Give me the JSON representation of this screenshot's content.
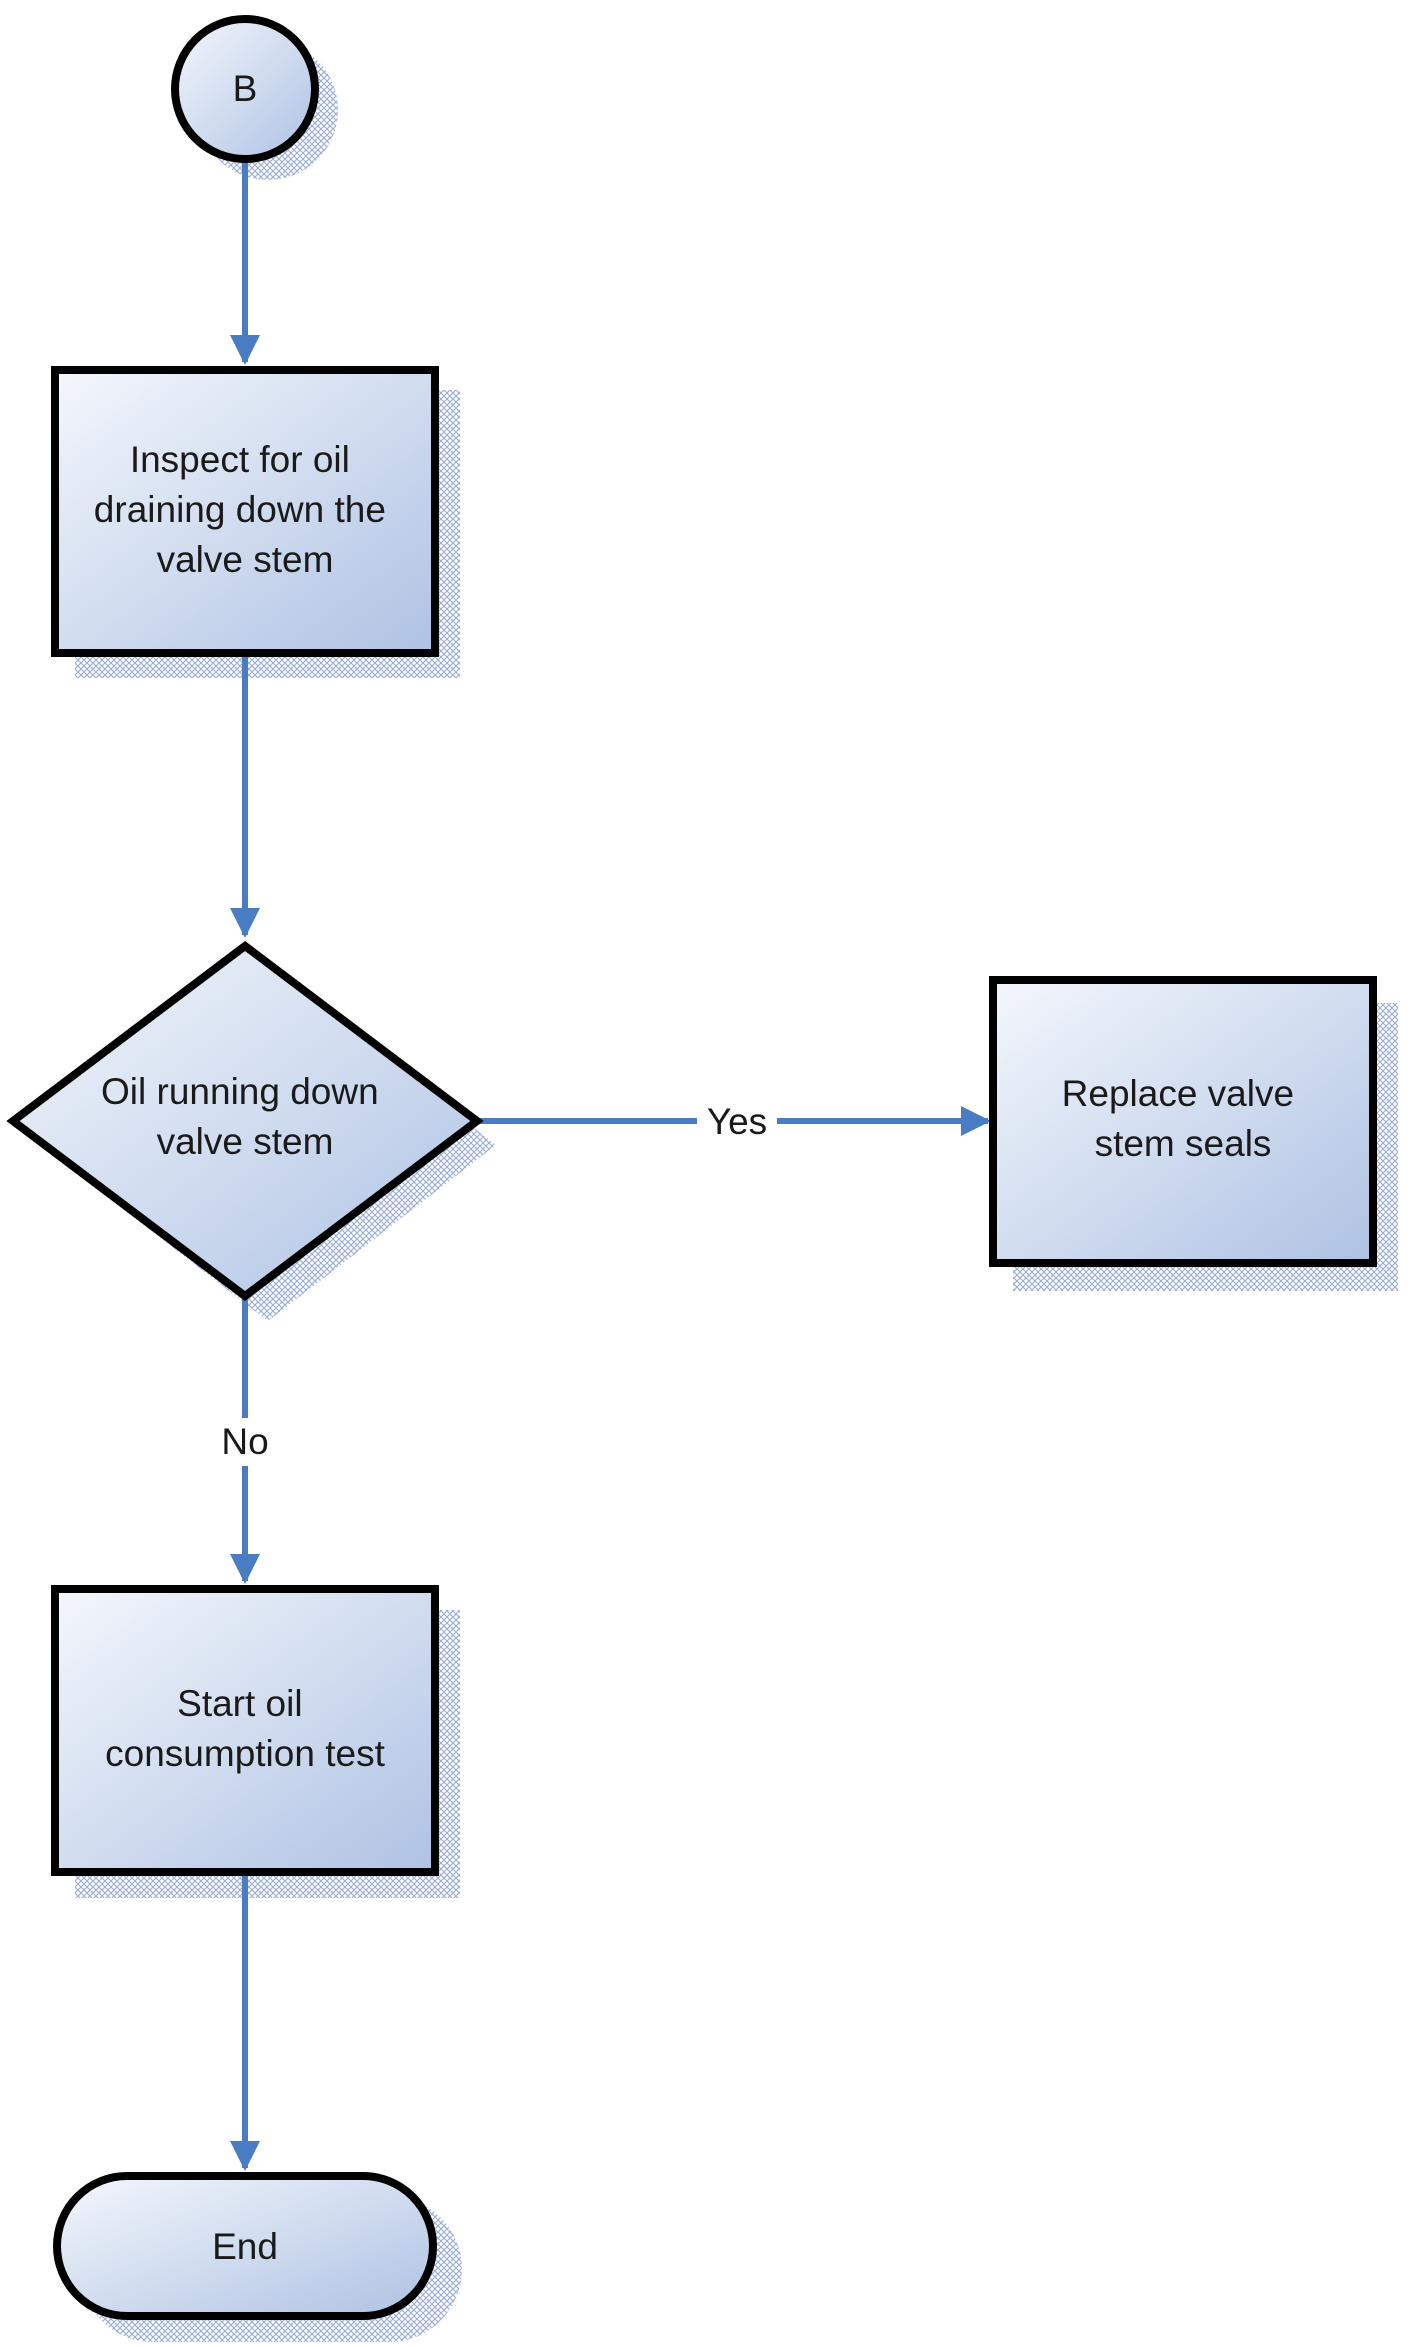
{
  "colors": {
    "edge": "#4a7cc4",
    "node_fill_top": "#f4f7fc",
    "node_fill_bottom": "#aec2e3",
    "node_stroke": "#000000",
    "shadow": "#9fb0d6"
  },
  "nodes": {
    "connector_b": {
      "label": "B"
    },
    "inspect": {
      "lines": [
        "Inspect for oil",
        "draining down the",
        "valve stem"
      ]
    },
    "decision": {
      "lines": [
        "Oil running down",
        "valve stem"
      ]
    },
    "replace": {
      "lines": [
        "Replace valve",
        "stem seals"
      ]
    },
    "start_test": {
      "lines": [
        "Start oil",
        "consumption test"
      ]
    },
    "end": {
      "label": "End"
    }
  },
  "edges": {
    "yes_label": "Yes",
    "no_label": "No"
  }
}
